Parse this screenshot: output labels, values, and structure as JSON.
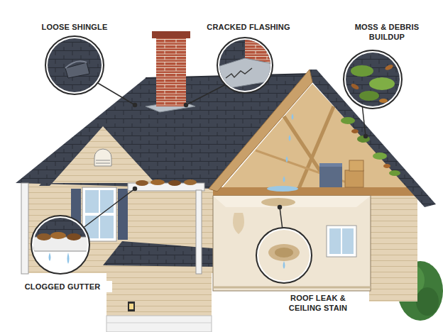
{
  "diagram": {
    "labels": [
      "LOOSE SHINGLE",
      "CRACKED FLASHING",
      "MOSS & DEBRIS BUILDUP",
      "CLOGGED GUTTER",
      "ROOF LEAK & CEILING STAIN"
    ]
  }
}
